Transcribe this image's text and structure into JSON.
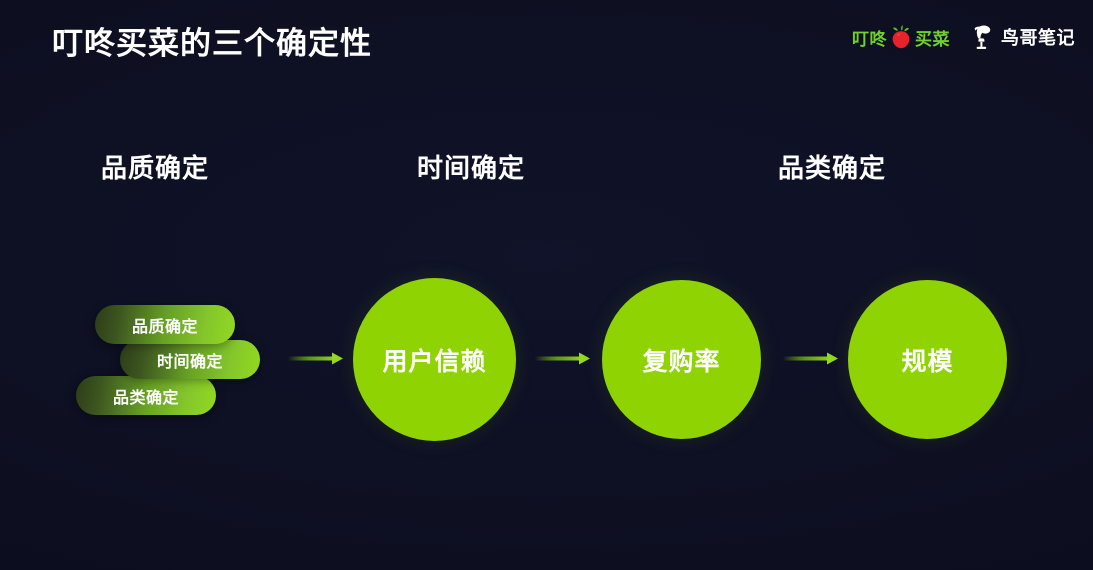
{
  "slide": {
    "title": "叮咚买菜的三个确定性",
    "background_color": "#0d0f21",
    "accent_green": "#8fd402"
  },
  "logos": {
    "brand": {
      "prefix": "叮咚",
      "suffix": "买菜",
      "icon": "radish-icon",
      "color": "#6fd12b"
    },
    "publisher": {
      "label": "鸟哥笔记",
      "icon": "bird-icon",
      "color": "#ffffff"
    }
  },
  "headings": [
    {
      "label": "品质确定"
    },
    {
      "label": "时间确定"
    },
    {
      "label": "品类确定"
    }
  ],
  "pills": [
    {
      "label": "品质确定"
    },
    {
      "label": "时间确定"
    },
    {
      "label": "品类确定"
    }
  ],
  "flow": {
    "arrow_label": "arrow-right",
    "nodes": [
      {
        "label": "用户信赖"
      },
      {
        "label": "复购率"
      },
      {
        "label": "规模"
      }
    ]
  }
}
